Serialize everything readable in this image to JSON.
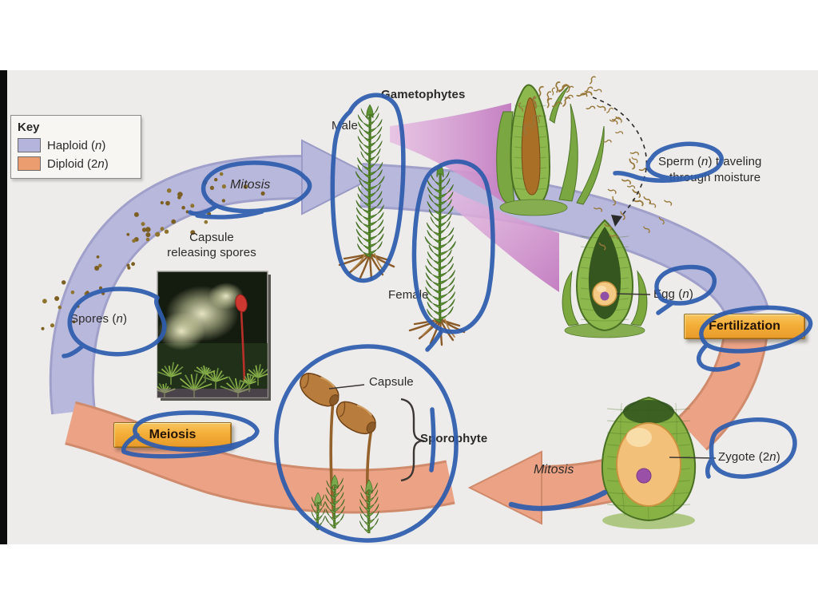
{
  "key": {
    "title": "Key",
    "haploid": {
      "pre": "Haploid (",
      "var": "n",
      "post": ")"
    },
    "diploid": {
      "pre": "Diploid (2",
      "var": "n",
      "post": ")"
    }
  },
  "labels": {
    "gametophytes": "Gametophytes",
    "male": "Male",
    "female": "Female",
    "mitosis_top": "Mitosis",
    "mitosis_bottom": "Mitosis",
    "capsule_photo": {
      "line1": "Capsule",
      "line2": "releasing spores"
    },
    "spores": {
      "pre": "Spores (",
      "var": "n",
      "post": ")"
    },
    "sperm": {
      "pre": "Sperm (",
      "var": "n",
      "post": ") traveling",
      "line2": "through moisture"
    },
    "egg": {
      "pre": "Egg (",
      "var": "n",
      "post": ")"
    },
    "zygote": {
      "pre": "Zygote (2",
      "var": "n",
      "post": ")"
    },
    "capsule_pointer": "Capsule",
    "sporophyte": "Sporophyte"
  },
  "badges": {
    "fertilization": "Fertilization",
    "meiosis": "Meiosis"
  },
  "colors": {
    "haploid_band": "#b8b8dc",
    "diploid_band": "#eca285",
    "haploid_swatch": "#b5b4dc",
    "diploid_swatch": "#ec9d6f",
    "badge_orange": "#f0a93c",
    "annotation_ink": "#2e5cad",
    "page_background": "#edecea"
  }
}
